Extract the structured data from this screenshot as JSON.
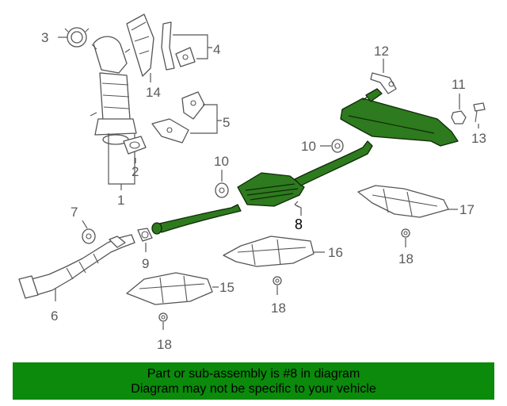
{
  "callouts": {
    "c1": "1",
    "c2": "2",
    "c3": "3",
    "c4": "4",
    "c5": "5",
    "c6": "6",
    "c7": "7",
    "c8": "8",
    "c9": "9",
    "c10": "10",
    "c11": "11",
    "c12": "12",
    "c13": "13",
    "c14": "14",
    "c15": "15",
    "c16": "16",
    "c17": "17",
    "c18a": "18",
    "c18b": "18",
    "c18c": "18"
  },
  "highlight_color": "#2e7a1e",
  "banner": {
    "line1": "Part or sub-assembly is #8 in diagram",
    "line2": "Diagram may not be specific to your vehicle",
    "color": "#0b8a0b"
  }
}
